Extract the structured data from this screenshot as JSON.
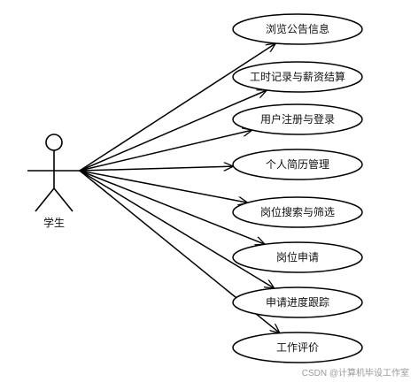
{
  "actor": {
    "label": "学生"
  },
  "use_cases": [
    {
      "label": "浏览公告信息"
    },
    {
      "label": "工时记录与薪资结算"
    },
    {
      "label": "用户注册与登录"
    },
    {
      "label": "个人简历管理"
    },
    {
      "label": "岗位搜索与筛选"
    },
    {
      "label": "岗位申请"
    },
    {
      "label": "申请进度跟踪"
    },
    {
      "label": "工作评价"
    }
  ],
  "watermark": "CSDN @计算机毕设工作室"
}
